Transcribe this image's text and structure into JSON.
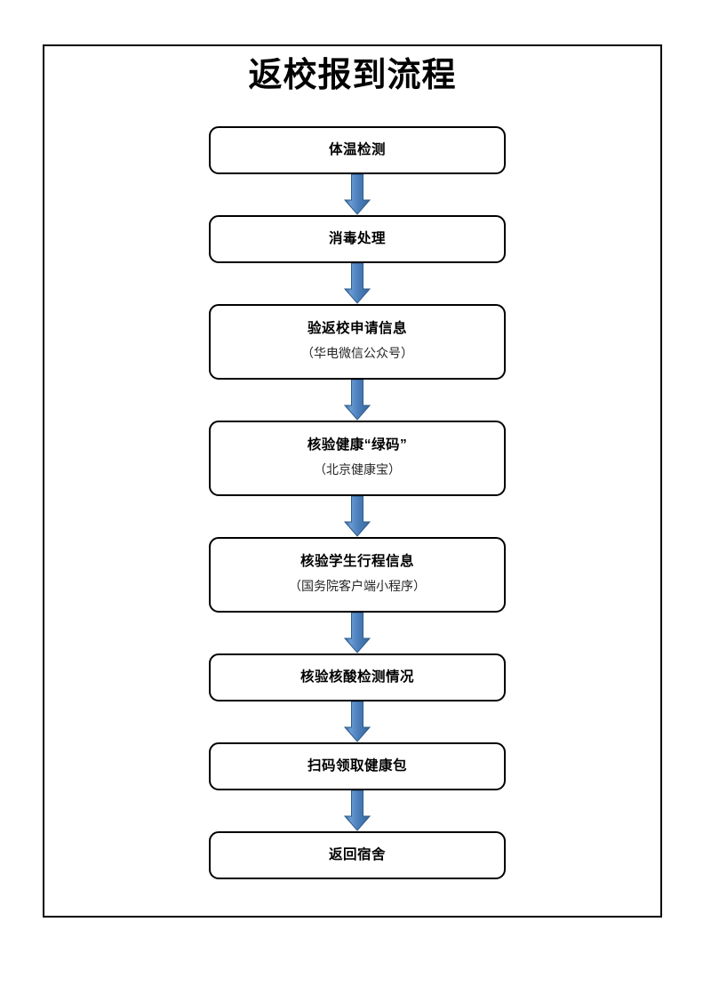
{
  "document": {
    "title": "返校报到流程",
    "frame_border_color": "#000000",
    "background_color": "#ffffff"
  },
  "style": {
    "arrow_color": "#4A7EBB",
    "arrow_color_dark": "#3A6699",
    "arrow_color_light": "#6B9BD2",
    "arrow_outline": "#2E5C8A",
    "node_border_color": "#000000",
    "node_fill_color": "#ffffff",
    "label_color": "#000000",
    "sub_label_color": "#262626"
  },
  "flowchart": {
    "type": "flowchart",
    "orientation": "vertical",
    "node_count": 8,
    "connector_count": 7,
    "nodes": [
      {
        "id": "step-1",
        "label": "体温检测",
        "sub": "",
        "shape": "rounded-rectangle"
      },
      {
        "id": "step-2",
        "label": "消毒处理",
        "sub": "",
        "shape": "rounded-rectangle"
      },
      {
        "id": "step-3",
        "label": "验返校申请信息",
        "sub": "（华电微信公众号）",
        "shape": "rounded-rectangle"
      },
      {
        "id": "step-4",
        "label": "核验健康“绿码”",
        "sub": "（北京健康宝）",
        "shape": "rounded-rectangle"
      },
      {
        "id": "step-5",
        "label": "核验学生行程信息",
        "sub": "（国务院客户端小程序）",
        "shape": "rounded-rectangle"
      },
      {
        "id": "step-6",
        "label": "核验核酸检测情况",
        "sub": "",
        "shape": "rounded-rectangle"
      },
      {
        "id": "step-7",
        "label": "扫码领取健康包",
        "sub": "",
        "shape": "rounded-rectangle"
      },
      {
        "id": "step-8",
        "label": "返回宿舍",
        "sub": "",
        "shape": "rounded-rectangle"
      }
    ],
    "connectors": [
      {
        "from": "step-1",
        "to": "step-2",
        "icon": "down-arrow-icon"
      },
      {
        "from": "step-2",
        "to": "step-3",
        "icon": "down-arrow-icon"
      },
      {
        "from": "step-3",
        "to": "step-4",
        "icon": "down-arrow-icon"
      },
      {
        "from": "step-4",
        "to": "step-5",
        "icon": "down-arrow-icon"
      },
      {
        "from": "step-5",
        "to": "step-6",
        "icon": "down-arrow-icon"
      },
      {
        "from": "step-6",
        "to": "step-7",
        "icon": "down-arrow-icon"
      },
      {
        "from": "step-7",
        "to": "step-8",
        "icon": "down-arrow-icon"
      }
    ]
  }
}
